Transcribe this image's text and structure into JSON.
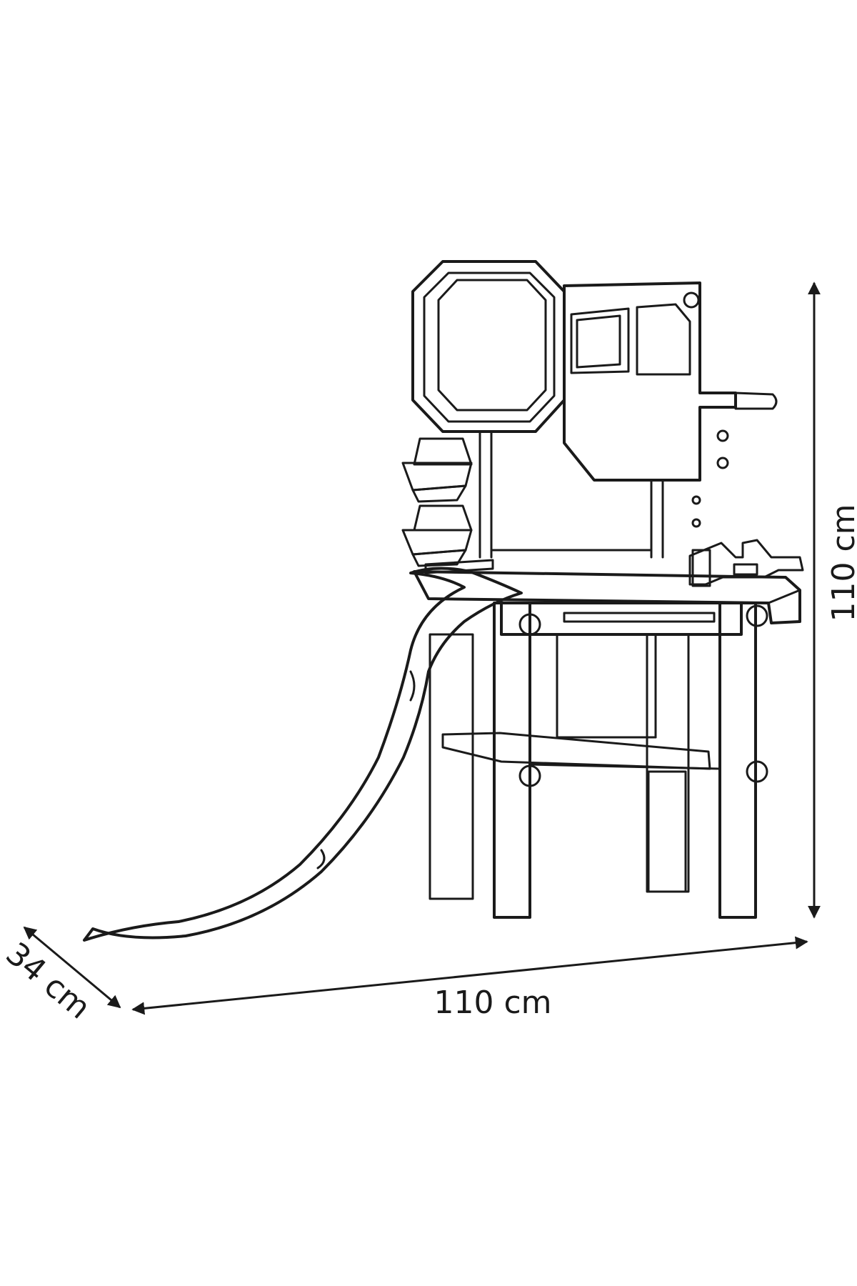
{
  "dimensions": {
    "height_label": "110 cm",
    "width_label": "110 cm",
    "depth_label": "34 cm"
  },
  "colors": {
    "line": "#1a1a1a",
    "background": "#ffffff"
  }
}
